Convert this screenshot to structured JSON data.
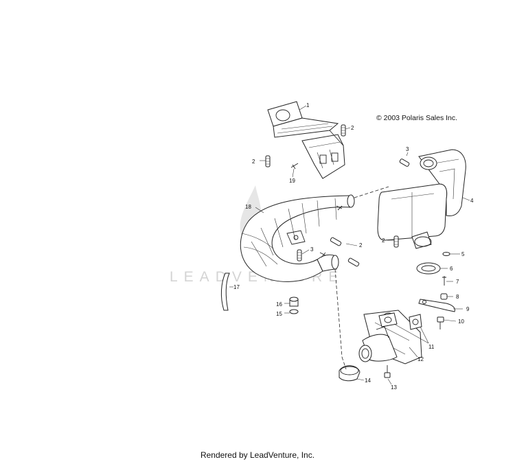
{
  "copyright": "© 2003 Polaris Sales Inc.",
  "watermark": "LEADVENTURE",
  "footer": "Rendered by LeadVenture, Inc.",
  "parts": {
    "p1": "1",
    "p2a": "2",
    "p2b": "2",
    "p2c": "2",
    "p2d": "2",
    "p3a": "3",
    "p3b": "3",
    "p4": "4",
    "p5": "5",
    "p6": "6",
    "p7": "7",
    "p8": "8",
    "p9": "9",
    "p10": "10",
    "p11": "11",
    "p12": "12",
    "p13": "13",
    "p14": "14",
    "p15": "15",
    "p16": "16",
    "p17": "17",
    "p18": "18",
    "p19": "19"
  }
}
